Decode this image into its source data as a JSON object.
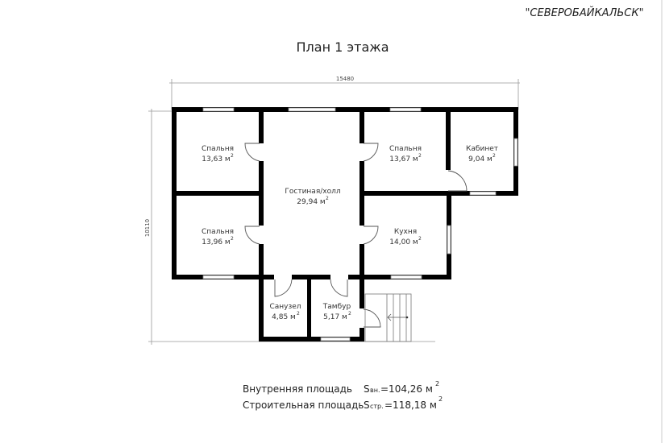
{
  "header": {
    "project_name": "\"СЕВЕРОБАЙКАЛЬСК\""
  },
  "plan": {
    "title": "План 1 этажа",
    "dimensions": {
      "width": "15480",
      "depth": "10110"
    },
    "rooms": [
      {
        "name": "Спальня",
        "area": "13,63 м",
        "unit_power": "2"
      },
      {
        "name": "Гостиная/холл",
        "area": "29,94 м",
        "unit_power": "2"
      },
      {
        "name": "Спальня",
        "area": "13,67 м",
        "unit_power": "2"
      },
      {
        "name": "Кабинет",
        "area": "9,04 м",
        "unit_power": "2"
      },
      {
        "name": "Спальня",
        "area": "13,96 м",
        "unit_power": "2"
      },
      {
        "name": "Кухня",
        "area": "14,00 м",
        "unit_power": "2"
      },
      {
        "name": "Санузел",
        "area": "4,85 м",
        "unit_power": "2"
      },
      {
        "name": "Тамбур",
        "area": "5,17 м",
        "unit_power": "2"
      }
    ]
  },
  "summary": [
    {
      "label": "Внутренняя площадь",
      "symbol": "S",
      "subscript": "вн.",
      "value": "=104,26 м",
      "unit_power": "2"
    },
    {
      "label": "Строительная площадь",
      "symbol": "S",
      "subscript": "стр.",
      "value": "=118,18 м",
      "unit_power": "2"
    }
  ]
}
